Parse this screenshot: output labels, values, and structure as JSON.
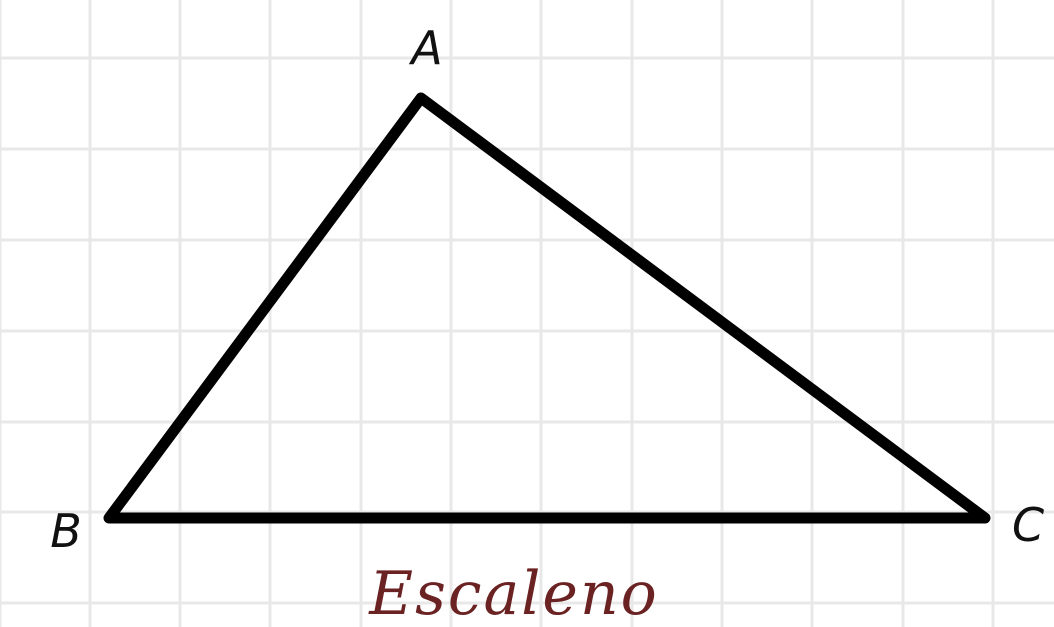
{
  "diagram": {
    "vertices": {
      "a": "A",
      "b": "B",
      "c": "C"
    },
    "caption": "Escaleno",
    "colors": {
      "edge": "#000000",
      "caption": "#6b2222",
      "grid": "#e8e8e8",
      "background": "#ffffff"
    }
  }
}
